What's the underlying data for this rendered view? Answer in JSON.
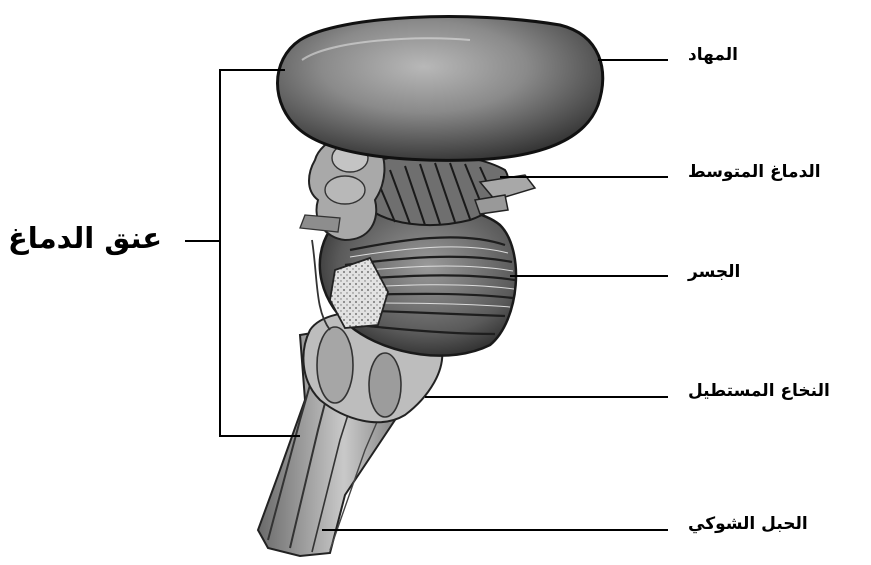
{
  "labels": {
    "thalamus": "المهاد",
    "midbrain": "الدماغ المتوسط",
    "pons": "الجسر",
    "medulla": "النخاع المستطيل",
    "spinal_cord": "الحبل الشوكي",
    "brainstem": "عنق الدماغ"
  },
  "colors": {
    "ink": "#000000",
    "dark_shade": "#3a3a3a",
    "mid_shade": "#8a8a8a",
    "light_shade": "#c8c8c8"
  }
}
